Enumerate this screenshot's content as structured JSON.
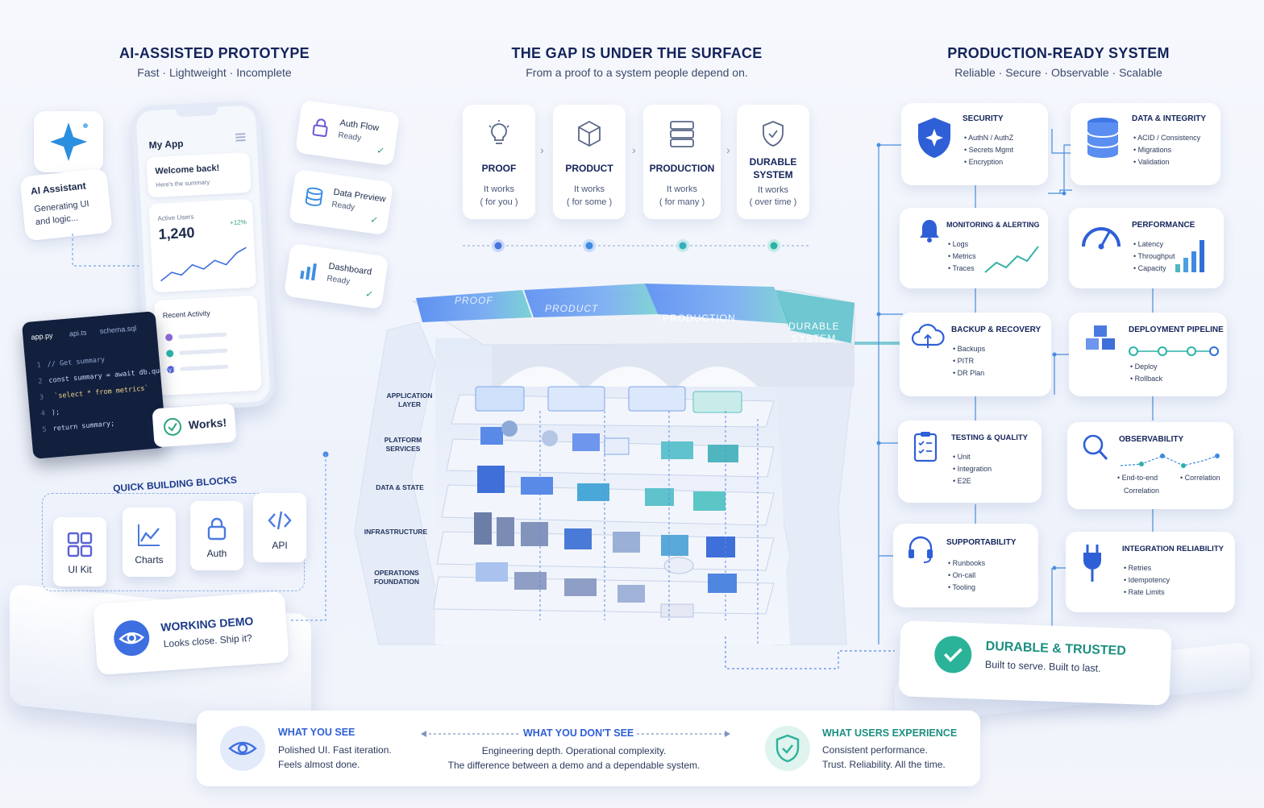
{
  "left": {
    "title": "AI-ASSISTED PROTOTYPE",
    "subtitle": "Fast · Lightweight · Incomplete",
    "assistant": {
      "title": "AI Assistant",
      "text1": "Generating UI",
      "text2": "and logic..."
    },
    "phone": {
      "app_title": "My App",
      "welcome": "Welcome back!",
      "welcome_sub": "Here's the summary",
      "metric_label": "Active Users",
      "metric_value": "1,240",
      "metric_delta": "+12%",
      "recent": "Recent Activity"
    },
    "status_cards": [
      {
        "title": "Auth Flow",
        "status": "Ready"
      },
      {
        "title": "Data Preview",
        "status": "Ready"
      },
      {
        "title": "Dashboard",
        "status": "Ready"
      }
    ],
    "code": {
      "tabs": [
        "app.py",
        "api.ts",
        "schema.sql"
      ],
      "lines": [
        {
          "n": "1",
          "t": "// Get summary"
        },
        {
          "n": "2",
          "t": "const summary = await db.query("
        },
        {
          "n": "3",
          "t": "  `select * from metrics`"
        },
        {
          "n": "4",
          "t": ");"
        },
        {
          "n": "5",
          "t": "return summary;"
        }
      ]
    },
    "works": "Works!",
    "blocks_title": "QUICK BUILDING BLOCKS",
    "blocks": [
      "UI Kit",
      "Charts",
      "Auth",
      "API"
    ],
    "demo": {
      "title": "WORKING DEMO",
      "text": "Looks close. Ship it?"
    }
  },
  "center": {
    "title": "THE GAP IS UNDER THE SURFACE",
    "subtitle": "From a proof to a system people depend on.",
    "stages": [
      {
        "name": "PROOF",
        "d1": "It works",
        "d2": "( for you )"
      },
      {
        "name": "PRODUCT",
        "d1": "It works",
        "d2": "( for some )"
      },
      {
        "name": "PRODUCTION",
        "d1": "It works",
        "d2": "( for many )"
      },
      {
        "name1": "DURABLE",
        "name2": "SYSTEM",
        "d1": "It works",
        "d2": "( over time )"
      }
    ],
    "bridge": [
      "PROOF",
      "PRODUCT",
      "PRODUCTION",
      "DURABLE",
      "SYSTEM"
    ],
    "layers": [
      {
        "l1": "APPLICATION",
        "l2": "LAYER"
      },
      {
        "l1": "PLATFORM",
        "l2": "SERVICES"
      },
      {
        "l1": "DATA & STATE",
        "l2": ""
      },
      {
        "l1": "INFRASTRUCTURE",
        "l2": ""
      },
      {
        "l1": "OPERATIONS",
        "l2": "FOUNDATION"
      }
    ]
  },
  "right": {
    "title": "PRODUCTION-READY SYSTEM",
    "subtitle": "Reliable · Secure · Observable · Scalable",
    "cards": [
      {
        "title": "SECURITY",
        "items": [
          "AuthN / AuthZ",
          "Secrets Mgmt",
          "Encryption"
        ]
      },
      {
        "title": "DATA & INTEGRITY",
        "items": [
          "ACID / Consistency",
          "Migrations",
          "Validation"
        ]
      },
      {
        "title": "MONITORING & ALERTING",
        "items": [
          "Logs",
          "Metrics",
          "Traces"
        ]
      },
      {
        "title": "PERFORMANCE",
        "items": [
          "Latency",
          "Throughput",
          "Capacity"
        ]
      },
      {
        "title": "BACKUP & RECOVERY",
        "items": [
          "Backups",
          "PITR",
          "DR Plan"
        ]
      },
      {
        "title": "DEPLOYMENT PIPELINE",
        "items": [
          "Deploy",
          "Rollback"
        ]
      },
      {
        "title": "TESTING & QUALITY",
        "items": [
          "Unit",
          "Integration",
          "E2E"
        ]
      },
      {
        "title": "OBSERVABILITY",
        "items": [
          "End-to-end",
          "Correlation",
          "Correlation"
        ]
      },
      {
        "title": "SUPPORTABILITY",
        "items": [
          "Runbooks",
          "On-call",
          "Tooling"
        ]
      },
      {
        "title": "INTEGRATION RELIABILITY",
        "items": [
          "Retries",
          "Idempotency",
          "Rate Limits"
        ]
      }
    ],
    "durable": {
      "title": "DURABLE & TRUSTED",
      "text": "Built to serve. Built to last."
    }
  },
  "banner": {
    "see": {
      "title": "WHAT YOU SEE",
      "l1": "Polished UI. Fast iteration.",
      "l2": "Feels almost done."
    },
    "dont": {
      "title": "WHAT YOU DON'T SEE",
      "l1": "Engineering depth. Operational complexity.",
      "l2": "The difference between a demo and a dependable system."
    },
    "users": {
      "title": "WHAT USERS EXPERIENCE",
      "l1": "Consistent performance.",
      "l2": "Trust. Reliability. All the time."
    }
  },
  "colors": {
    "navy": "#14245a",
    "blue": "#3f6fe0",
    "teal": "#2bb3a8",
    "green": "#2aa57c"
  }
}
